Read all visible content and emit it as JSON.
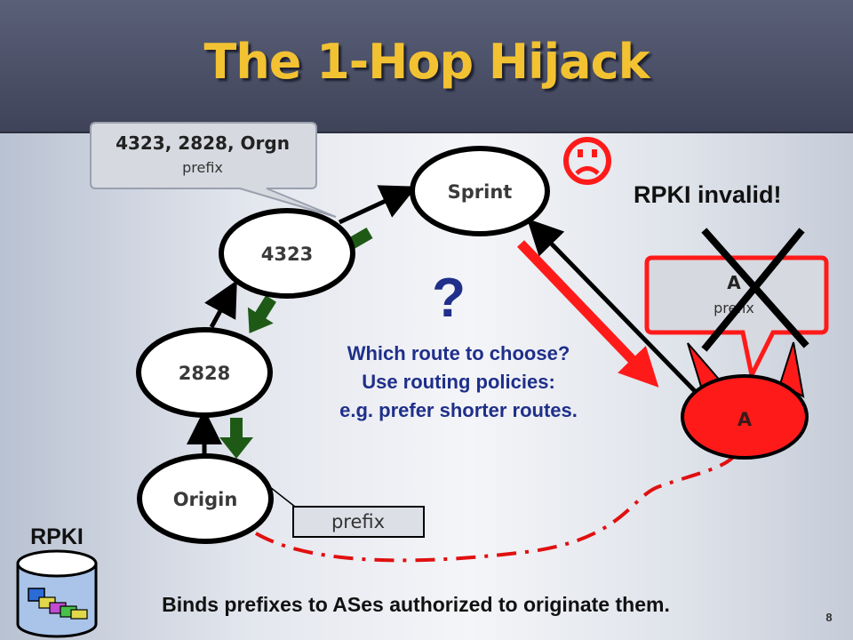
{
  "slide": {
    "title": "The 1-Hop Hijack",
    "page_number": "8"
  },
  "nodes": {
    "sprint": "Sprint",
    "as4323": "4323",
    "as2828": "2828",
    "origin": "Origin",
    "attacker": "A"
  },
  "callouts": {
    "legit_route_path": "4323, 2828, Orgn",
    "legit_route_prefix": "prefix",
    "attacker_route_path": "A",
    "attacker_route_prefix": "prefix",
    "origin_prefix": "prefix"
  },
  "labels": {
    "rpki_status": "RPKI invalid!",
    "question_mark": "?",
    "question_line1": "Which route to choose?",
    "question_line2": "Use routing policies:",
    "question_line3": "e.g. prefer shorter routes.",
    "rpki_db": "RPKI",
    "footer": "Binds prefixes to ASes authorized to originate them."
  },
  "icons": {
    "sad_face": "frowning-face-icon",
    "cross": "x-mark-icon",
    "database": "database-icon"
  },
  "colors": {
    "title": "#f2c232",
    "title_bar": "#3e4359",
    "attacker": "#ff1a1a",
    "route_arrow": "#1e5a16",
    "blue_text": "#1f2f8a",
    "dashed_link": "#e01010"
  }
}
